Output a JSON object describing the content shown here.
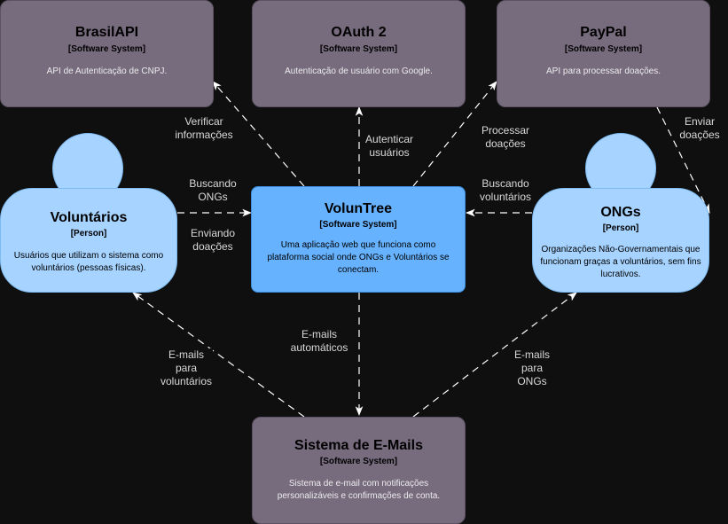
{
  "colors": {
    "external_system": "#776b7e",
    "core_system": "#66b2ff",
    "person": "#a6d3ff",
    "edge": "#ffffff",
    "background": "#0f0f0f"
  },
  "nodes": {
    "brasilapi": {
      "title": "BrasilAPI",
      "type": "[Software System]",
      "desc": "API de Autenticação de CNPJ."
    },
    "oauth": {
      "title": "OAuth 2",
      "type": "[Software System]",
      "desc": "Autenticação de usuário com Google."
    },
    "paypal": {
      "title": "PayPal",
      "type": "[Software System]",
      "desc": "API para processar doações."
    },
    "voluntree": {
      "title": "VolunTree",
      "type": "[Software System]",
      "desc": "Uma aplicação web que funciona como plataforma social onde ONGs e Voluntários se conectam."
    },
    "voluntarios": {
      "title": "Voluntários",
      "type": "[Person]",
      "desc": "Usuários que utilizam o sistema como voluntários (pessoas físicas)."
    },
    "ongs": {
      "title": "ONGs",
      "type": "[Person]",
      "desc": "Organizações Não-Governamentais que funcionam graças a voluntários, sem fins lucrativos."
    },
    "email": {
      "title": "Sistema de E-Mails",
      "type": "[Software System]",
      "desc": "Sistema de e-mail com notificações personalizáveis e confirmações de conta."
    }
  },
  "edges": {
    "verificar": "Verificar\ninformações",
    "autenticar": "Autenticar\nusuários",
    "processar": "Processar\ndoações",
    "enviar_doacoes": "Enviar\ndoações",
    "buscando_ongs": "Buscando\nONGs",
    "enviando_doacoes": "Enviando\ndoações",
    "buscando_voluntarios": "Buscando\nvoluntários",
    "emails_auto": "E-mails\nautomáticos",
    "emails_voluntarios": "E-mails\npara\nvoluntários",
    "emails_ongs": "E-mails\npara\nONGs"
  }
}
